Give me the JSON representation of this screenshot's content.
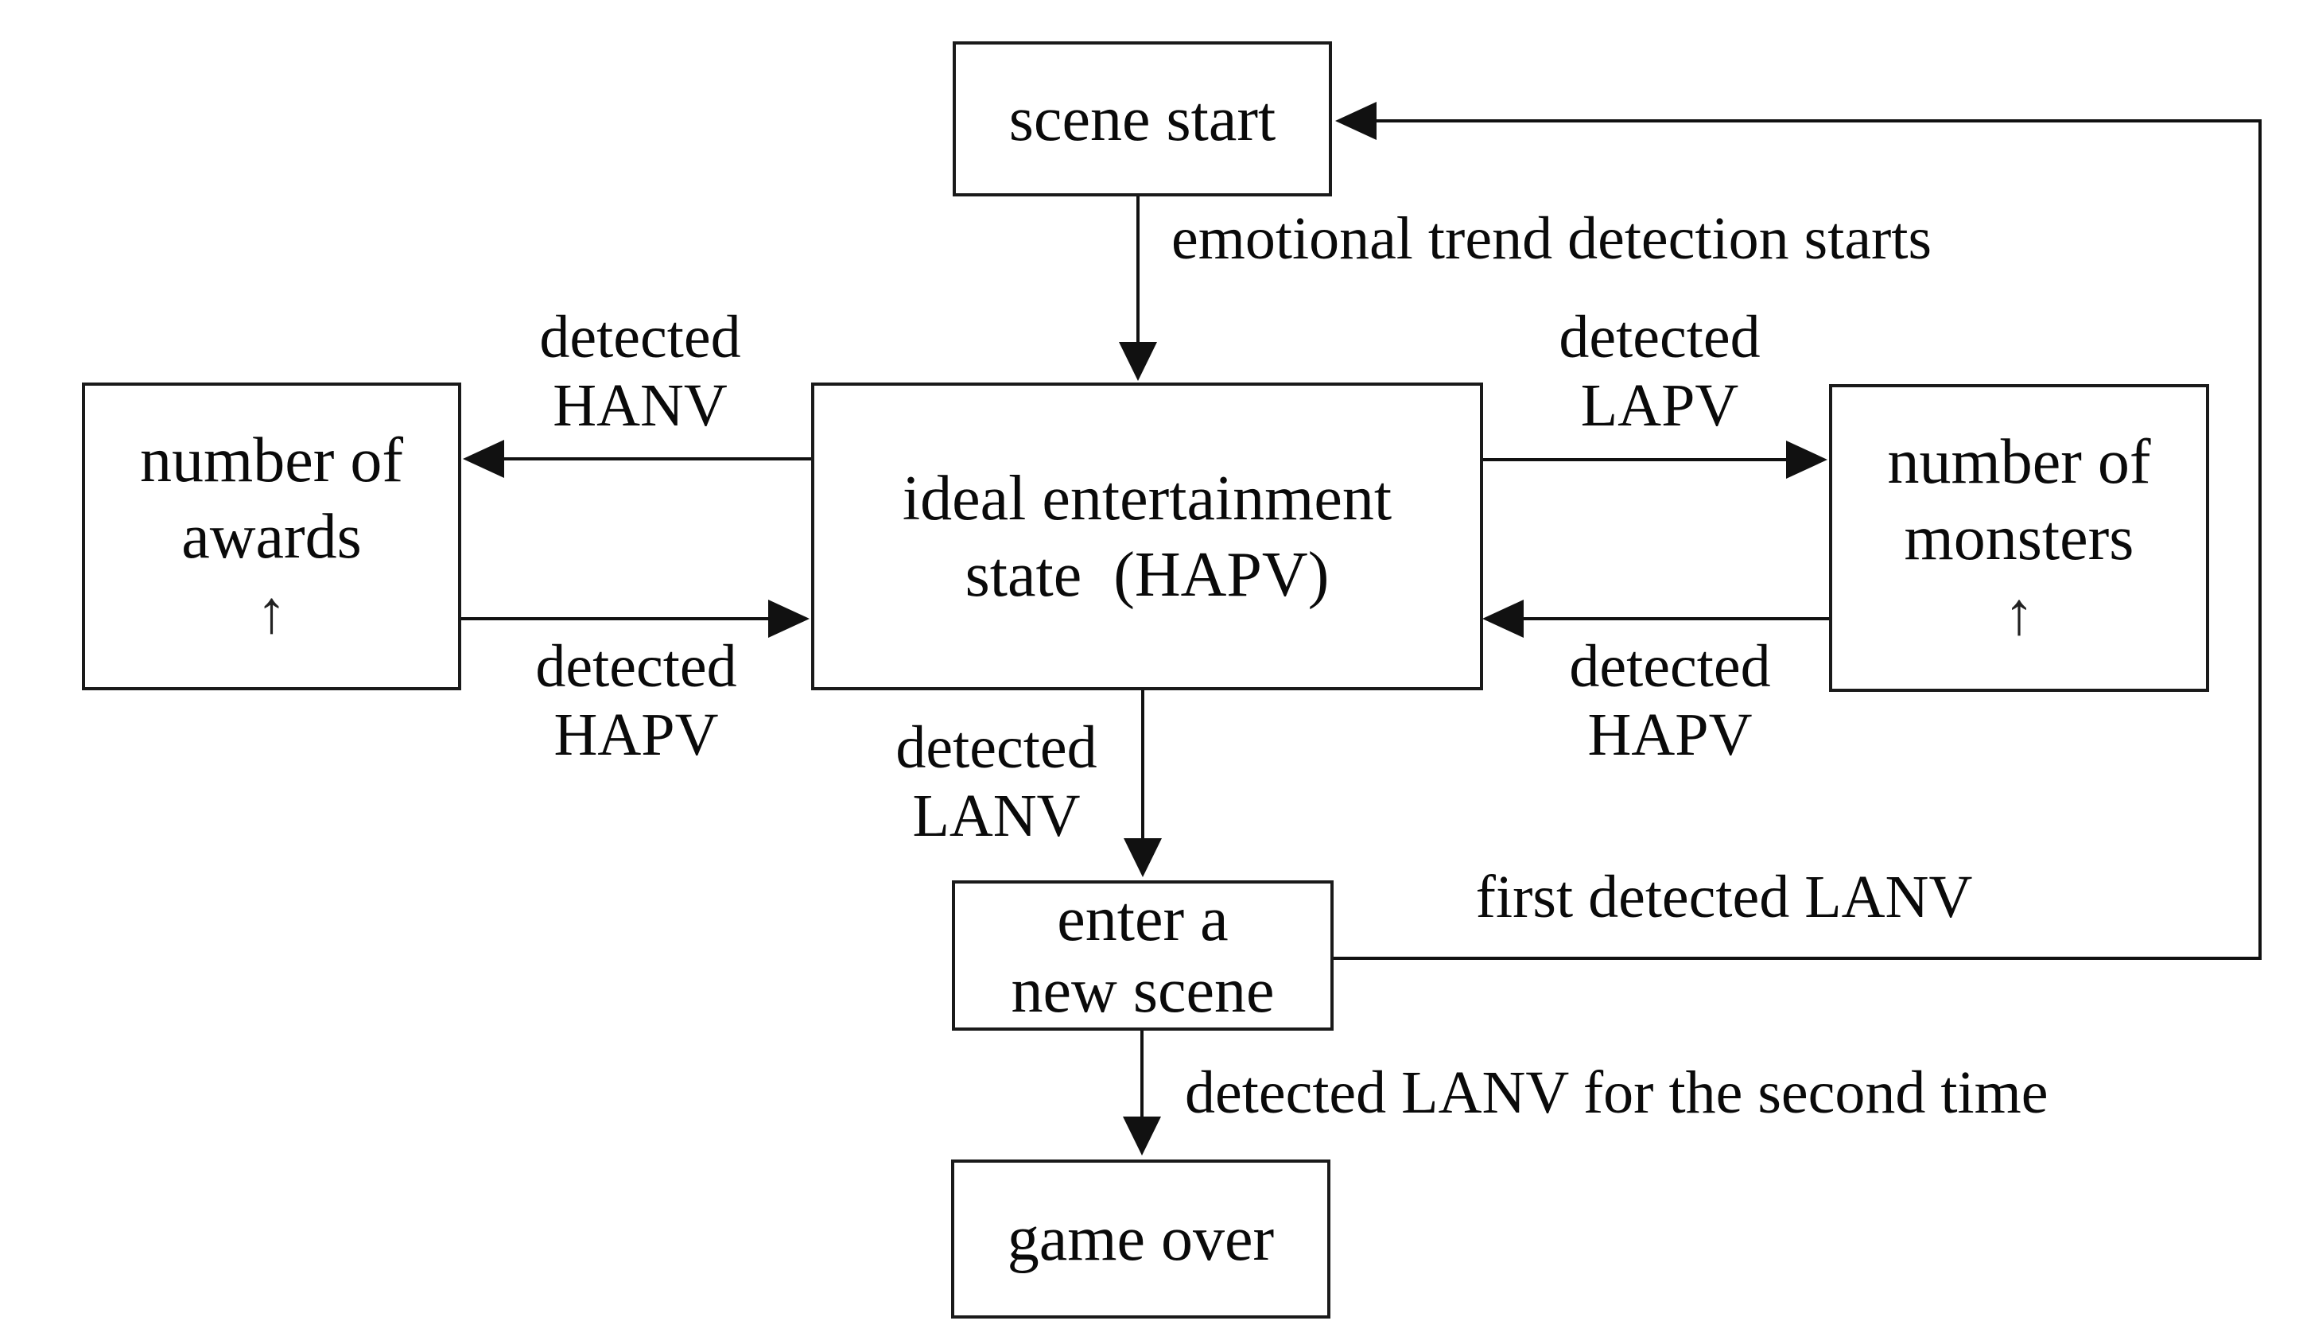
{
  "nodes": {
    "scene_start": {
      "label": "scene start"
    },
    "awards": {
      "label": "number of\nawards",
      "trend_arrow": "↑"
    },
    "ideal": {
      "label": "ideal entertainment\nstate  (HAPV)"
    },
    "monsters": {
      "label": "number of\nmonsters",
      "trend_arrow": "↑"
    },
    "enter_scene": {
      "label": "enter a\nnew scene"
    },
    "game_over": {
      "label": "game over"
    }
  },
  "edges": {
    "start_to_ideal": {
      "label": "emotional trend detection starts"
    },
    "ideal_to_awards": {
      "label": "detected\nHANV"
    },
    "awards_to_ideal": {
      "label": "detected\nHAPV"
    },
    "ideal_to_monsters": {
      "label": "detected\nLAPV"
    },
    "monsters_to_ideal": {
      "label": "detected\nHAPV"
    },
    "ideal_to_enter": {
      "label": "detected\nLANV"
    },
    "enter_to_start": {
      "label": "first detected LANV"
    },
    "enter_to_game_over": {
      "label": "detected LANV for the second time"
    }
  },
  "colors": {
    "ink": "#111111",
    "background": "#ffffff"
  }
}
